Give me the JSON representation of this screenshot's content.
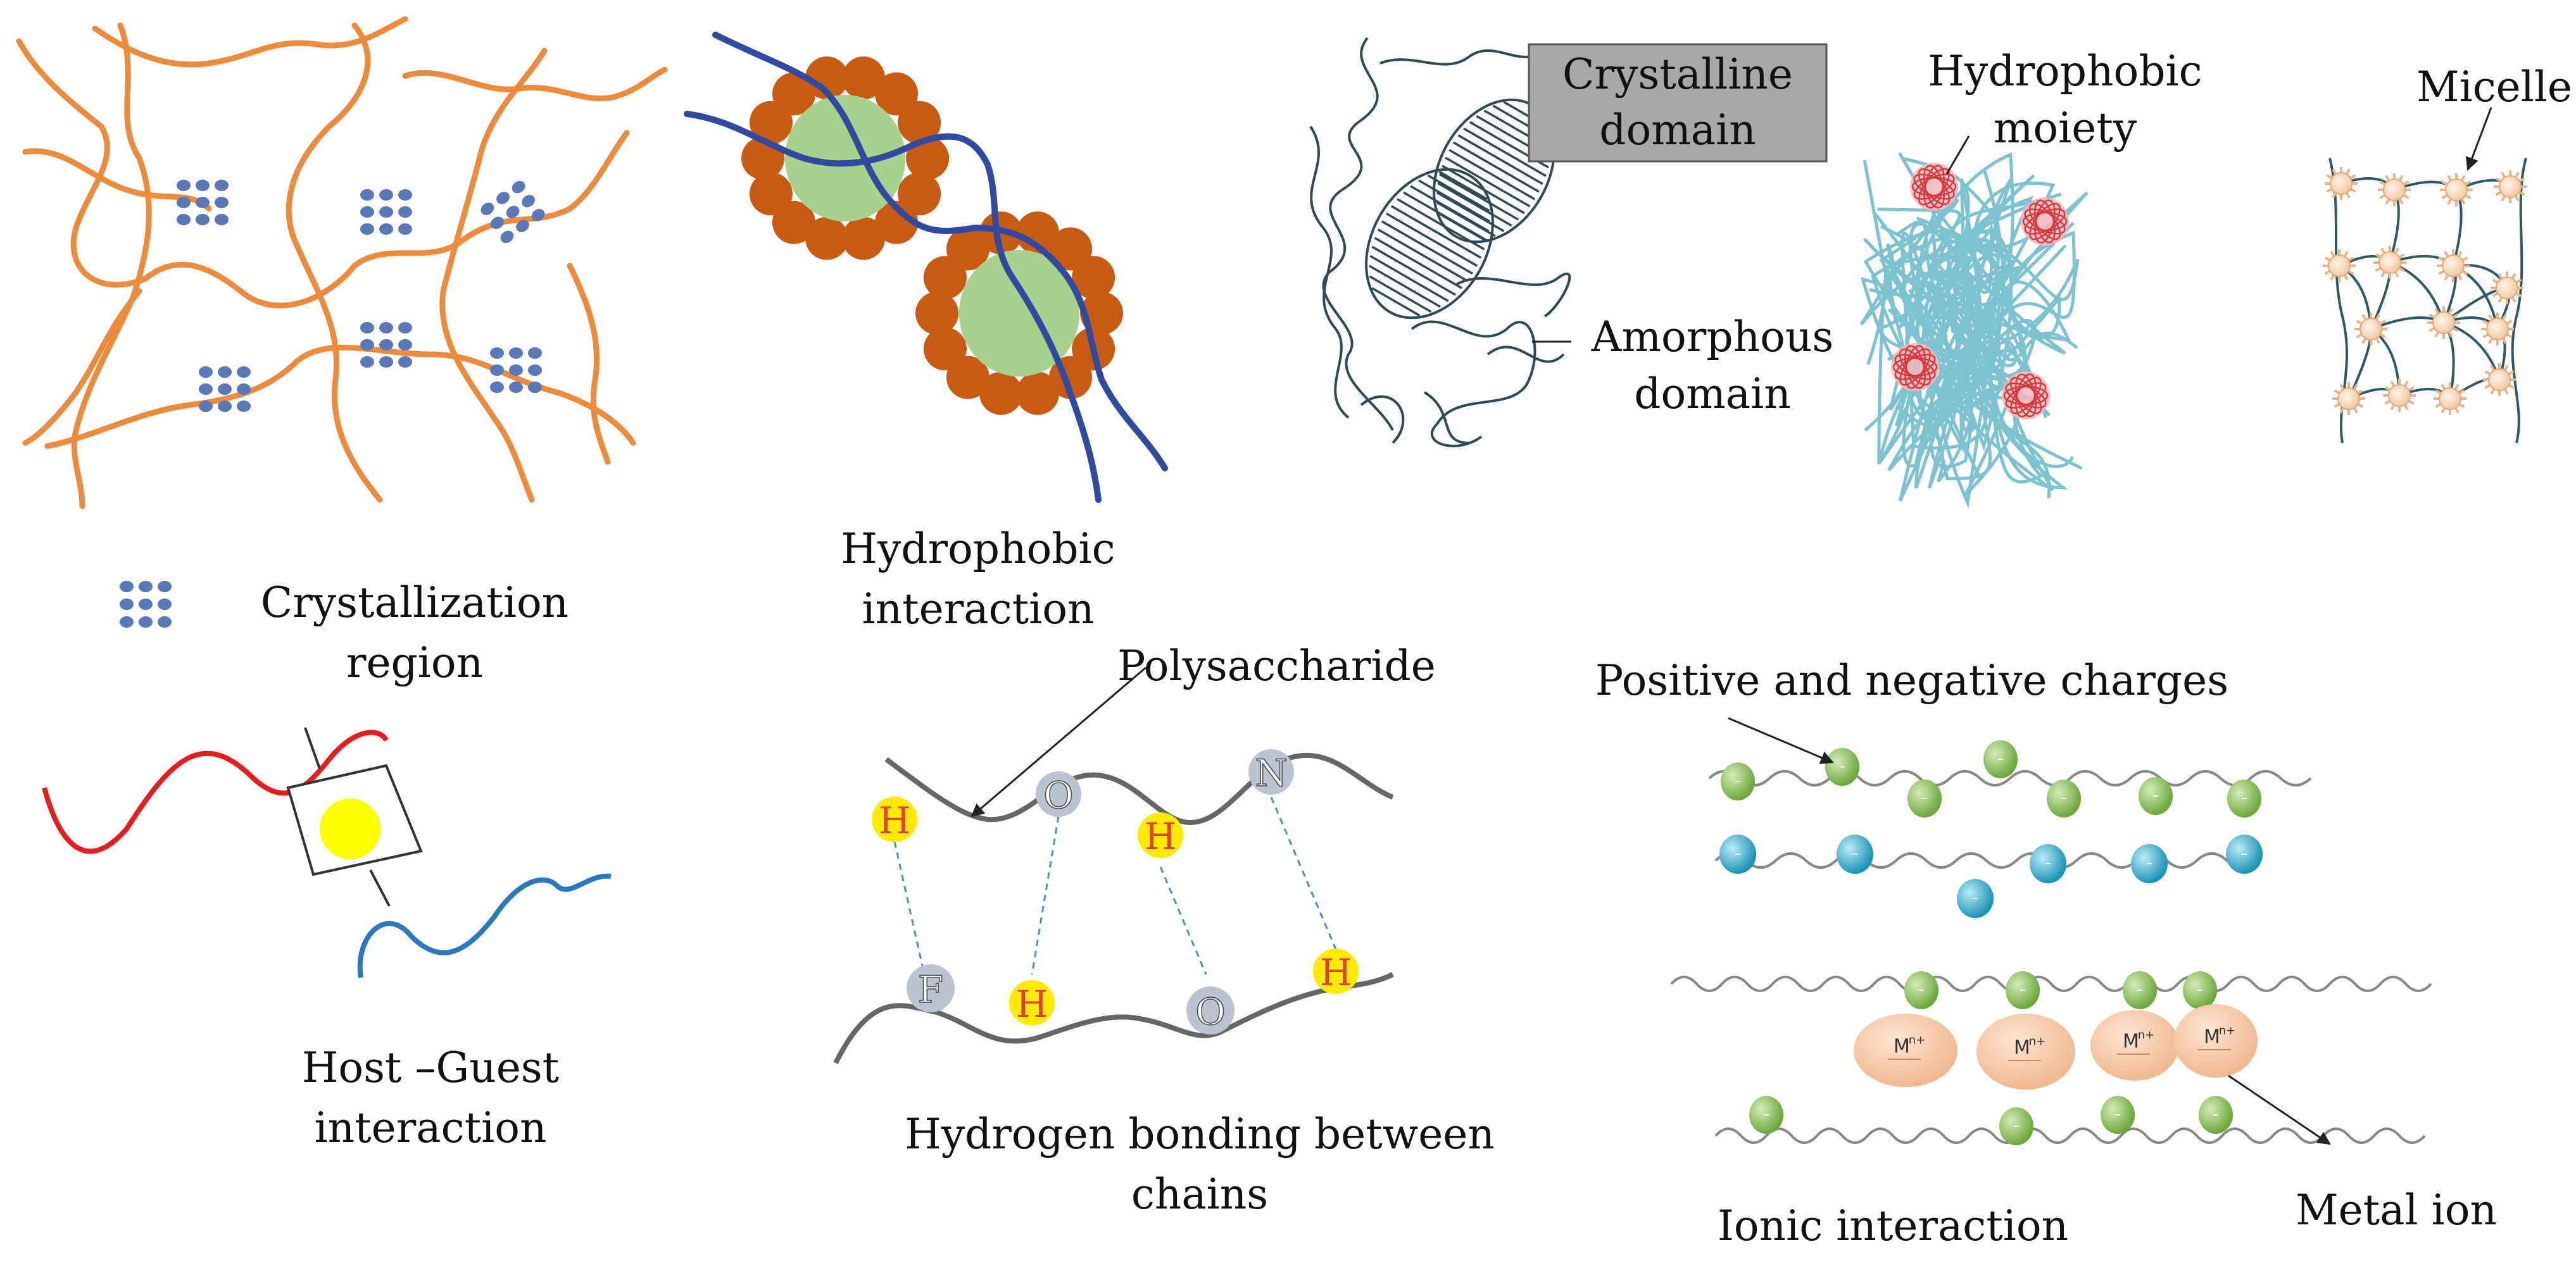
{
  "panels": {
    "crystallization": {
      "legend_line1": "Crystallization",
      "legend_line2": "region"
    },
    "hydrophobic_interaction": {
      "line1": "Hydrophobic",
      "line2": "interaction"
    },
    "crystalline": {
      "box_line1": "Crystalline",
      "box_line2": "domain",
      "amorphous_line1": "Amorphous",
      "amorphous_line2": "domain"
    },
    "hydrophobic_moiety": {
      "line1": "Hydrophobic",
      "line2": "moiety"
    },
    "micelle": {
      "label": "Micelle"
    },
    "host_guest": {
      "line1": "Host –Guest",
      "line2": "interaction"
    },
    "hydrogen_bonding": {
      "pointer": "Polysaccharide",
      "caption_line1": "Hydrogen bonding between",
      "caption_line2": "chains",
      "top_atoms": [
        "H",
        "O",
        "H",
        "N"
      ],
      "bottom_atoms": [
        "F",
        "H",
        "O",
        "H"
      ]
    },
    "ionic": {
      "charges_label": "Positive and negative charges",
      "caption": "Ionic interaction",
      "metal_label": "Metal ion",
      "metal_symbol": "M",
      "metal_charge": "n+"
    }
  },
  "colors": {
    "orange_network": "#ee8a3c",
    "crystal_dots": "#5a78b8",
    "navy_chain": "#2f4aa0",
    "micelle_shell": "#c85a12",
    "micelle_core": "#a8d18e",
    "crystalline_lines": "#2e4a55",
    "cyan_network": "#7cc2d0",
    "moiety_red": "#d9363e",
    "h_atom": "#ffea00",
    "gray_atom": "#b9c3d1",
    "ionic_green": "#7bb547",
    "ionic_cyan": "#2aa9c9",
    "metal_peach": "#f5c6a3",
    "host_red": "#e81c1c",
    "host_blue": "#2a78c0",
    "guest_yellow": "#ffff00"
  }
}
